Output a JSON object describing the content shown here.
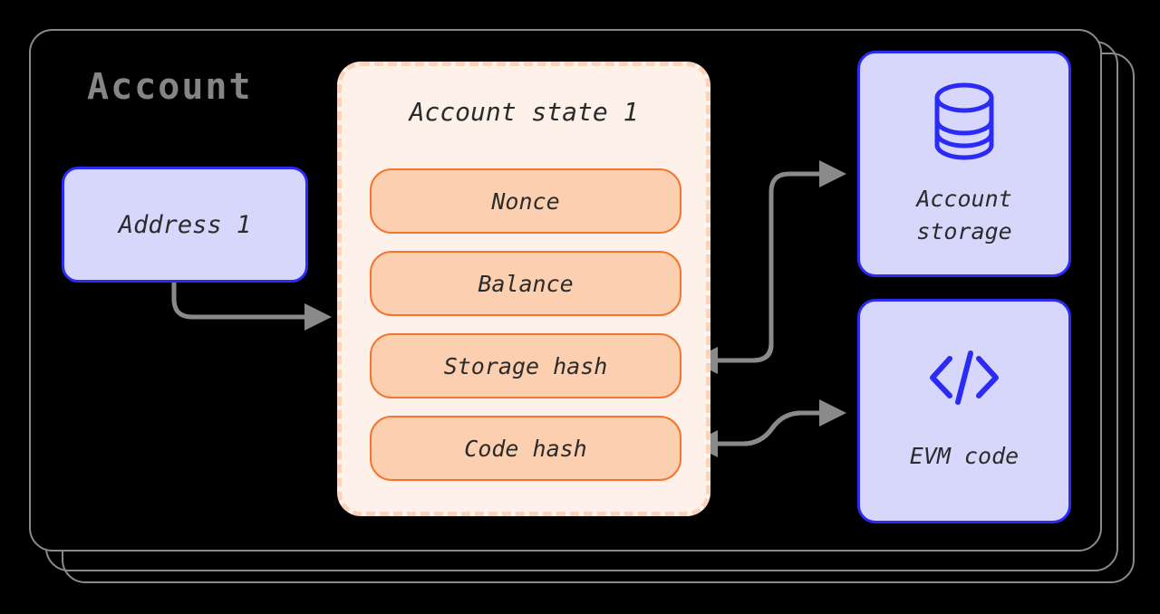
{
  "diagram": {
    "title": "Account",
    "colors": {
      "card_outline": "#8a8a8a",
      "accent_blue": "#2b2bf5",
      "blue_fill": "#d7d7fb",
      "accent_orange": "#f2762e",
      "orange_fill": "#fbcfaf",
      "panel_fill": "#fdf1ea",
      "panel_dash": "#fbd3bb",
      "arrow_gray": "#8a8a8a",
      "title_gray": "#858585",
      "text_dark": "#2b2b2b",
      "background": "#000000"
    },
    "address": {
      "label": "Address 1"
    },
    "account_state": {
      "title": "Account state 1",
      "fields": [
        {
          "label": "Nonce"
        },
        {
          "label": "Balance"
        },
        {
          "label": "Storage hash"
        },
        {
          "label": "Code hash"
        }
      ]
    },
    "external": [
      {
        "icon": "database-icon",
        "label": "Account\nstorage"
      },
      {
        "icon": "code-brackets-icon",
        "label": "EVM code"
      }
    ],
    "connections": [
      {
        "from": "Address 1",
        "to": "Account state 1",
        "direction": "one-way"
      },
      {
        "from": "Storage hash",
        "to": "Account storage",
        "direction": "two-way"
      },
      {
        "from": "Code hash",
        "to": "EVM code",
        "direction": "two-way"
      }
    ]
  }
}
